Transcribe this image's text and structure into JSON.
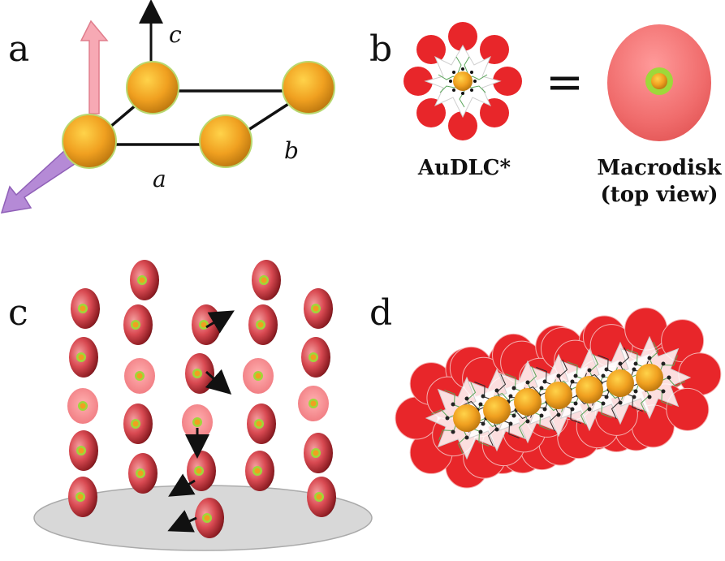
{
  "panels": {
    "a": {
      "letter": "a",
      "axes": {
        "a": "a",
        "b": "b",
        "c": "c"
      }
    },
    "b": {
      "letter": "b",
      "left_caption": "AuDLC*",
      "equals": "=",
      "right_caption_line1": "Macrodisk",
      "right_caption_line2": "(top view)"
    },
    "c": {
      "letter": "c"
    },
    "d": {
      "letter": "d"
    }
  },
  "colors": {
    "gold": "#f0a020",
    "red": "#e8262a",
    "pink": "#f07a7a",
    "lilac": "#b58ad6",
    "grey_surface": "#d6d6d6",
    "green_ring": "#9ed83a"
  }
}
